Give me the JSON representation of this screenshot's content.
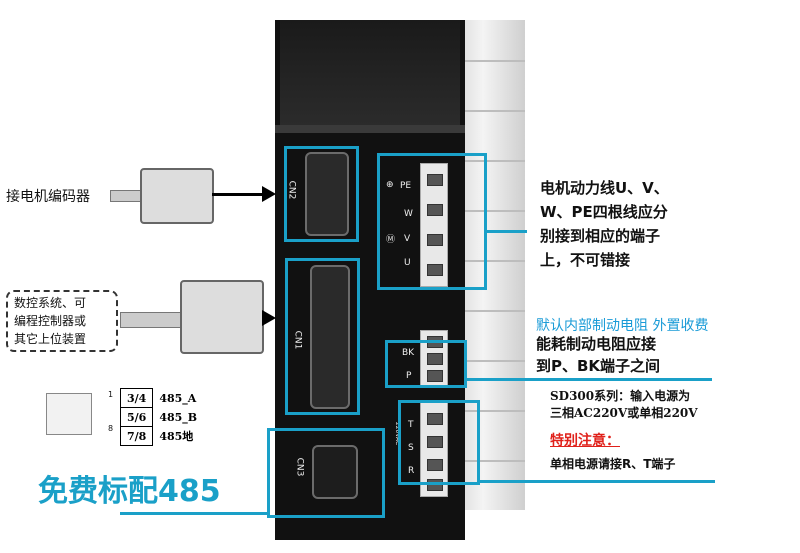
{
  "drive": {
    "port_labels": {
      "cn2": "CN2",
      "cn1": "CN1",
      "cn3": "CN3"
    },
    "terminal_labels": {
      "pe": "PE",
      "w": "W",
      "v": "V",
      "u": "U",
      "bk": "BK",
      "p": "P",
      "t": "T",
      "s": "S",
      "r": "R"
    },
    "voltage_label": "220VAC"
  },
  "left": {
    "encoder_label": "接电机编码器",
    "controller_label_lines": [
      "数控系统、可",
      "编程控制器或",
      "其它上位装置"
    ],
    "free_485": "免费标配485"
  },
  "rj45_pins": {
    "pin_numbers": [
      "1",
      "8"
    ],
    "rows": [
      {
        "pins": "3/4",
        "signal": "485_A"
      },
      {
        "pins": "5/6",
        "signal": "485_B"
      },
      {
        "pins": "7/8",
        "signal": "485地"
      }
    ]
  },
  "right": {
    "motor_power_lines": [
      "电机动力线U、V、",
      "W、PE四根线应分",
      "别接到相应的端子",
      "上，不可错接"
    ],
    "brake_default": "默认内部制动电阻 外置收费",
    "brake_lines": [
      "能耗制动电阻应接",
      "到P、BK端子之间"
    ],
    "power_lines": [
      "SD300系列：输入电源为",
      "三相AC220V或单相220V"
    ],
    "special_note": "特别注意：",
    "single_phase": "单相电源请接R、T端子"
  },
  "colors": {
    "accent_blue": "#1aa0c8",
    "note_red": "#e0211b",
    "brake_blue": "#1a9bd7"
  }
}
